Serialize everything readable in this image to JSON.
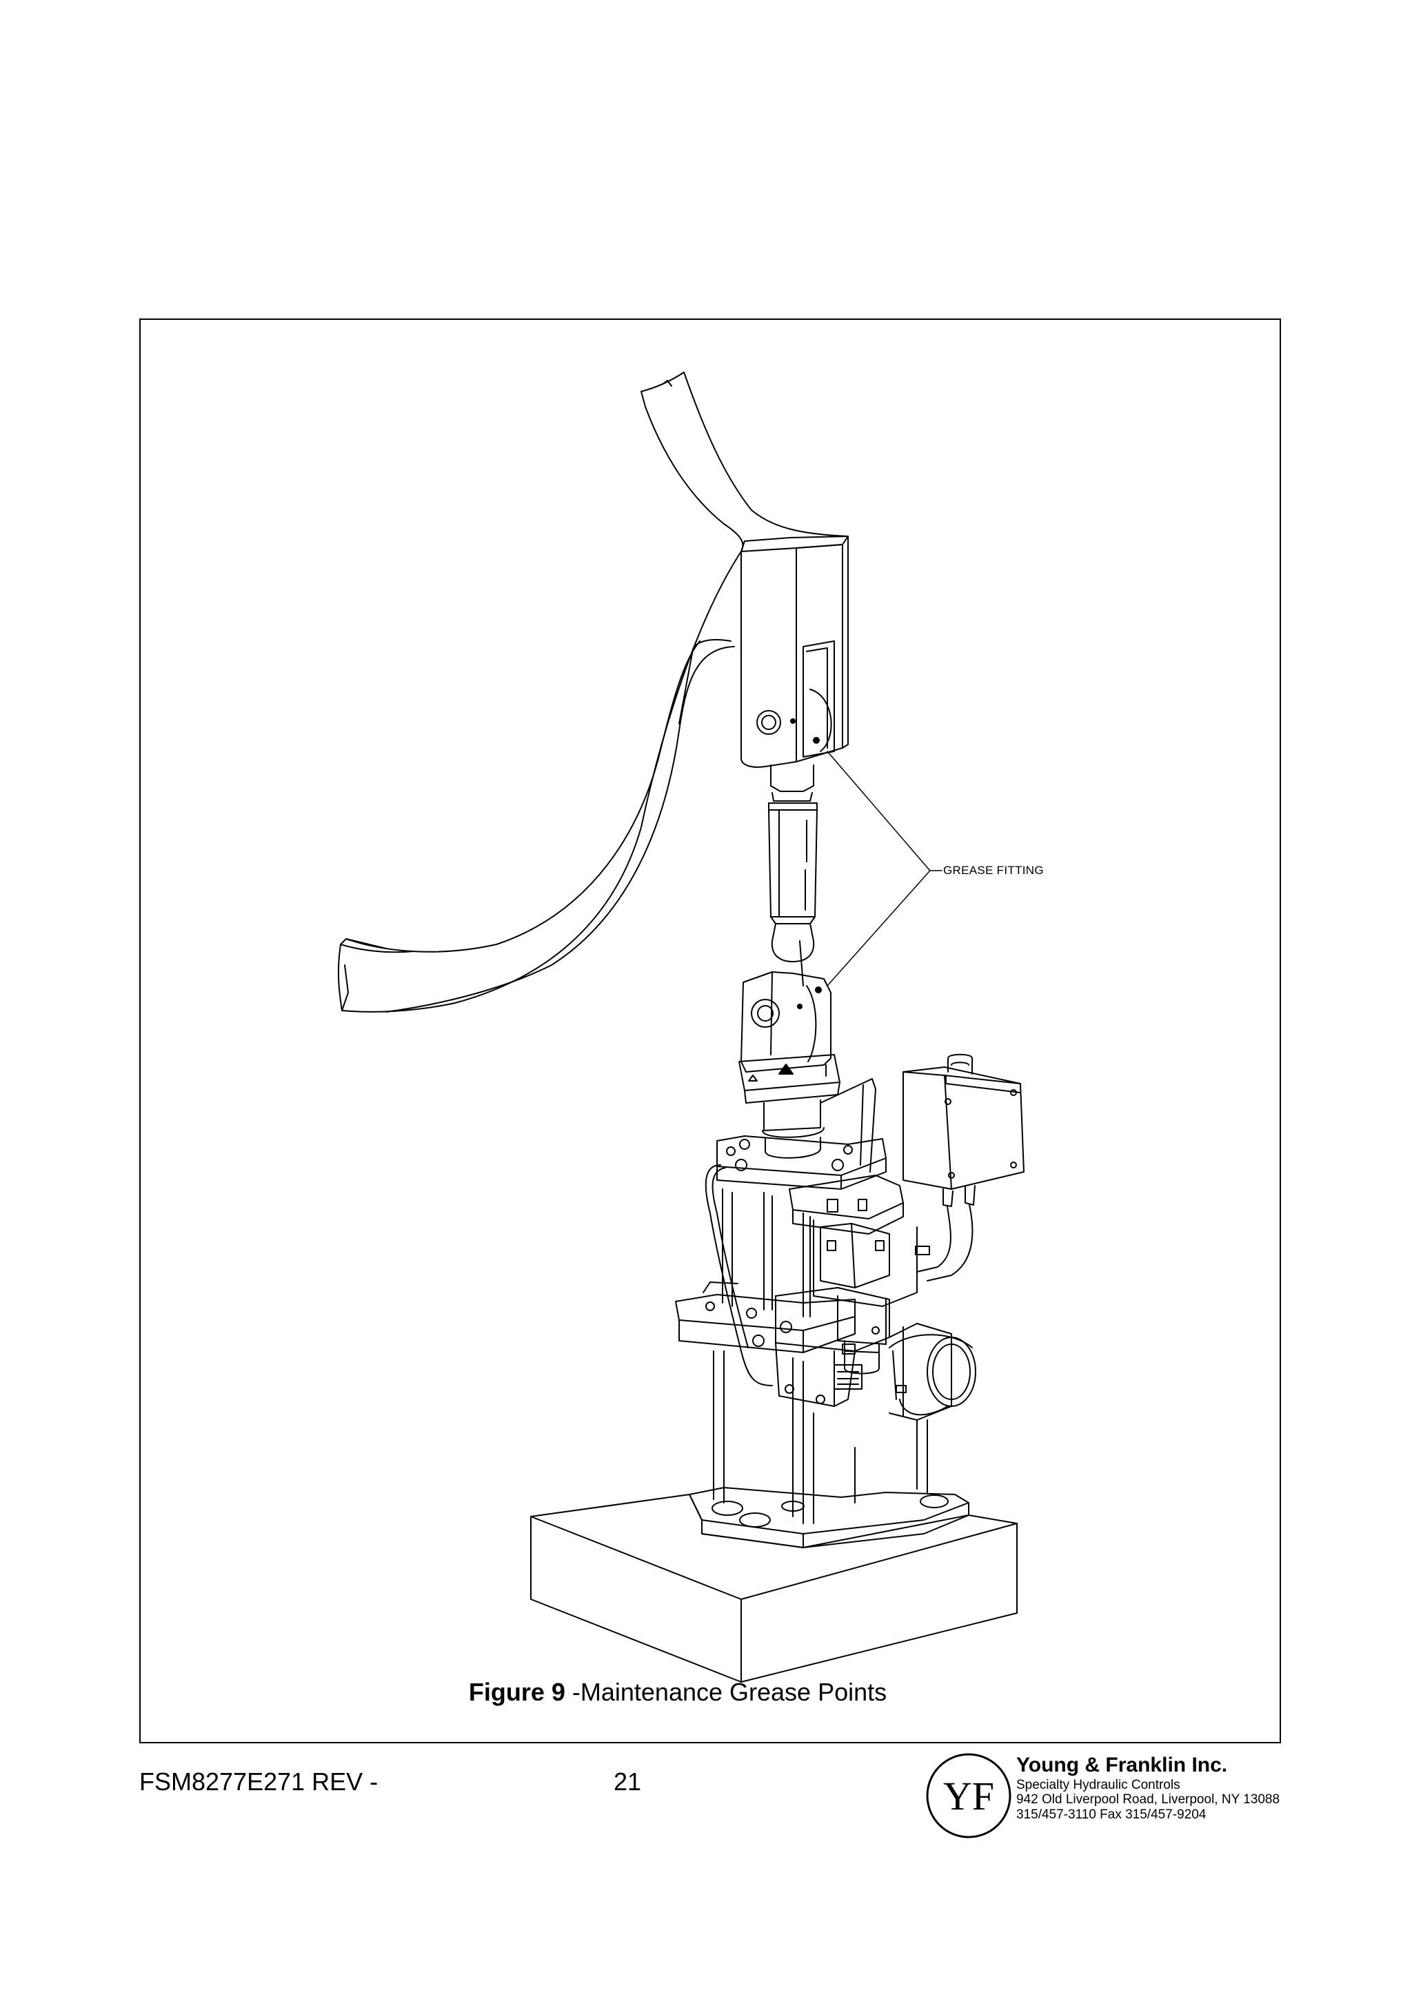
{
  "figure": {
    "callout_label": "GREASE FITTING",
    "caption_bold": "Figure 9",
    "caption_text": " -Maintenance Grease Points"
  },
  "footer": {
    "doc_id": "FSM8277E271 REV -",
    "page_number": "21",
    "logo_text": "YF",
    "company_name": "Young & Franklin Inc.",
    "tagline": "Specialty Hydraulic Controls",
    "address": "942 Old Liverpool Road, Liverpool, NY 13088",
    "phone_fax": "315/457-3110   Fax 315/457-9204"
  }
}
